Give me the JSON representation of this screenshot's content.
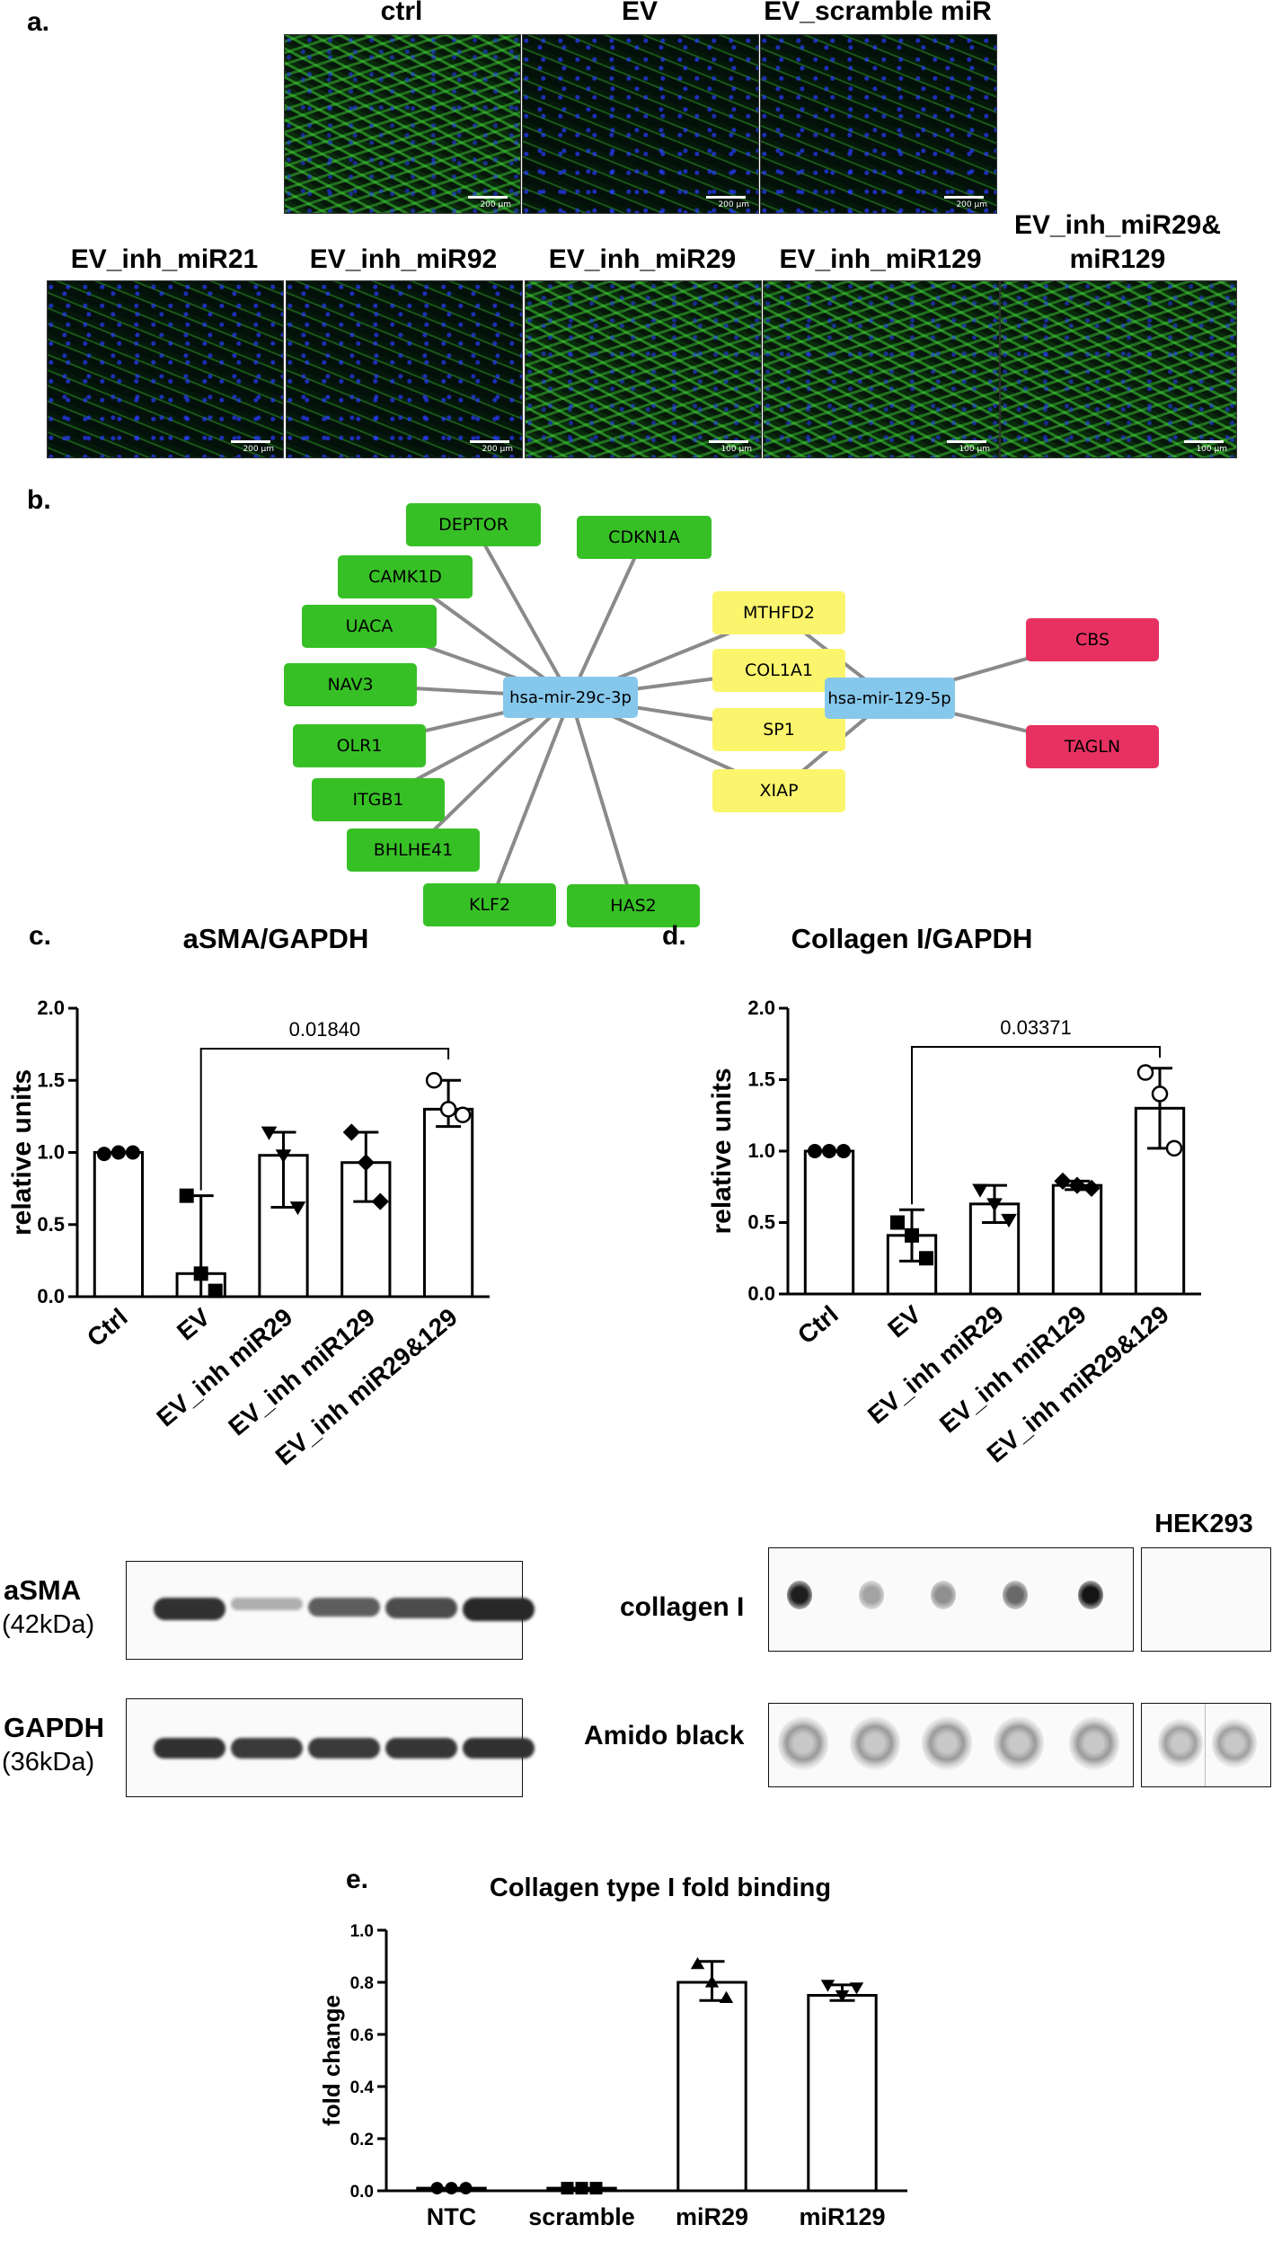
{
  "panel_a": {
    "letter": "a.",
    "row1": [
      {
        "label": "ctrl",
        "scale": "200 µm",
        "dim": false
      },
      {
        "label": "EV",
        "scale": "200 µm",
        "dim": true
      },
      {
        "label": "EV_scramble miR",
        "scale": "200 µm",
        "dim": true
      }
    ],
    "row2": [
      {
        "label": "EV_inh_miR21",
        "scale": "200 µm",
        "dim": true
      },
      {
        "label": "EV_inh_miR92",
        "scale": "200 µm",
        "dim": true
      },
      {
        "label": "EV_inh_miR29",
        "scale": "100 µm",
        "dim": false
      },
      {
        "label": "EV_inh_miR129",
        "scale": "100 µm",
        "dim": false
      },
      {
        "label": "EV_inh_miR29&\nmiR129",
        "scale": "100 µm",
        "dim": false
      }
    ]
  },
  "panel_b": {
    "letter": "b.",
    "hub1": "hsa-mir-29c-3p",
    "hub2": "hsa-mir-129-5p",
    "green_nodes": [
      "DEPTOR",
      "CDKN1A",
      "CAMK1D",
      "UACA",
      "NAV3",
      "OLR1",
      "ITGB1",
      "BHLHE41",
      "KLF2",
      "HAS2"
    ],
    "yellow_nodes": [
      "MTHFD2",
      "COL1A1",
      "SP1",
      "XIAP"
    ],
    "red_nodes": [
      "CBS",
      "TAGLN"
    ],
    "colors": {
      "green": "#37c026",
      "yellow": "#fbf56d",
      "red": "#e73161",
      "blue": "#86c8ec",
      "edge": "#8a8a8a"
    }
  },
  "panel_c": {
    "letter": "c."
  },
  "panel_d": {
    "letter": "d."
  },
  "panel_e": {
    "letter": "e."
  },
  "chart_data": [
    {
      "id": "c",
      "type": "bar",
      "title": "aSMA/GAPDH",
      "ylabel": "relative units",
      "ylim": [
        0,
        2.0
      ],
      "yticks": [
        "0.0",
        "0.5",
        "1.0",
        "1.5",
        "2.0"
      ],
      "categories": [
        "Ctrl",
        "EV",
        "EV_inh miR29",
        "EV_inh miR129",
        "EV_inh miR29&129"
      ],
      "values": [
        1.0,
        0.16,
        0.98,
        0.93,
        1.3
      ],
      "err_low": [
        1.0,
        0.0,
        0.62,
        0.66,
        1.18
      ],
      "err_high": [
        1.0,
        0.7,
        1.14,
        1.14,
        1.5
      ],
      "points": [
        [
          0.99,
          1.0,
          1.0
        ],
        [
          0.7,
          0.16,
          0.04
        ],
        [
          1.14,
          0.98,
          0.62
        ],
        [
          1.14,
          0.93,
          0.66
        ],
        [
          1.5,
          1.3,
          1.26
        ]
      ],
      "markers": [
        "circle",
        "square",
        "triangle-down",
        "diamond",
        "circle-open"
      ],
      "significance": {
        "from": 1,
        "to": 4,
        "label": "0.01840"
      }
    },
    {
      "id": "d",
      "type": "bar",
      "title": "Collagen I/GAPDH",
      "ylabel": "relative units",
      "ylim": [
        0,
        2.0
      ],
      "yticks": [
        "0.0",
        "0.5",
        "1.0",
        "1.5",
        "2.0"
      ],
      "categories": [
        "Ctrl",
        "EV",
        "EV_inh miR29",
        "EV_inh miR129",
        "EV_inh miR29&129"
      ],
      "values": [
        1.0,
        0.41,
        0.63,
        0.76,
        1.3
      ],
      "err_low": [
        1.0,
        0.23,
        0.5,
        0.73,
        1.02
      ],
      "err_high": [
        1.0,
        0.59,
        0.76,
        0.79,
        1.58
      ],
      "points": [
        [
          1.0,
          1.0,
          1.0
        ],
        [
          0.5,
          0.41,
          0.25
        ],
        [
          0.73,
          0.63,
          0.52
        ],
        [
          0.79,
          0.76,
          0.74
        ],
        [
          1.55,
          1.4,
          1.02
        ]
      ],
      "markers": [
        "circle",
        "square",
        "triangle-down",
        "diamond",
        "circle-open"
      ],
      "significance": {
        "from": 1,
        "to": 4,
        "label": "0.03371"
      }
    },
    {
      "id": "e",
      "type": "bar",
      "title": "Collagen type I fold binding",
      "ylabel": "fold change",
      "ylim": [
        0,
        1.0
      ],
      "yticks": [
        "0.0",
        "0.2",
        "0.4",
        "0.6",
        "0.8",
        "1.0"
      ],
      "categories": [
        "NTC",
        "scramble",
        "miR29",
        "miR129"
      ],
      "values": [
        0.01,
        0.01,
        0.8,
        0.75
      ],
      "err_low": [
        0.01,
        0.01,
        0.73,
        0.73
      ],
      "err_high": [
        0.01,
        0.01,
        0.88,
        0.79
      ],
      "points": [
        [
          0.01,
          0.01,
          0.01
        ],
        [
          0.01,
          0.01,
          0.01
        ],
        [
          0.87,
          0.8,
          0.74
        ],
        [
          0.79,
          0.75,
          0.78
        ]
      ],
      "markers": [
        "circle",
        "square",
        "triangle-up",
        "triangle-down"
      ],
      "significance": null
    }
  ],
  "blots_c": {
    "row1_label": "aSMA",
    "row1_sub": "(42kDa)",
    "row2_label": "GAPDH",
    "row2_sub": "(36kDa)",
    "row1_intensity": [
      0.95,
      0.25,
      0.7,
      0.8,
      1.0
    ],
    "row2_intensity": [
      0.95,
      0.9,
      0.9,
      0.92,
      0.95
    ]
  },
  "blots_d": {
    "row1_label": "collagen I",
    "row2_label": "Amido black",
    "hek_label": "HEK293",
    "row1_intensity": [
      0.95,
      0.25,
      0.35,
      0.55,
      1.0
    ],
    "hek_intensity": [
      0.0,
      0.0
    ]
  }
}
